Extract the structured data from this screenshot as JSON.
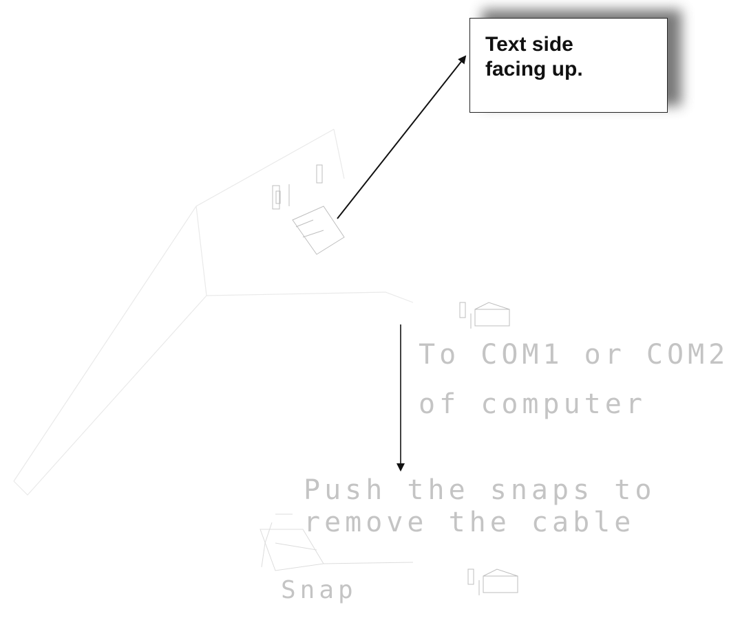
{
  "callout": {
    "text": "Text side\nfacing up."
  },
  "labels": {
    "to_port": "To COM1 or COM2",
    "of_computer": "of computer",
    "push_line1": "Push the snaps to",
    "push_line2": "remove the cable",
    "snap": "Snap"
  },
  "colors": {
    "line": "#111111",
    "faint_drawing": "#c4c4c4",
    "shadow": "#6a6a6a"
  }
}
